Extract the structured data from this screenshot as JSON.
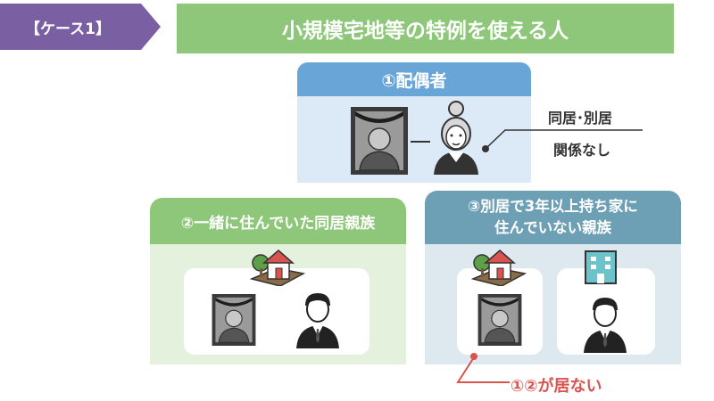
{
  "header": {
    "case_label": "【ケース1】",
    "title": "小規模宅地等の特例を使える人"
  },
  "panels": {
    "spouse": {
      "label": "①配偶者",
      "relation_line1": "同居･別居",
      "relation_line2": "関係なし"
    },
    "cohabiting": {
      "label": "②一緒に住んでいた同居親族"
    },
    "separate": {
      "label_line1": "③別居で3年以上持ち家に",
      "label_line2": "住んでいない親族"
    }
  },
  "note": {
    "text": "①②が居ない"
  },
  "colors": {
    "purple": "#7b5fa3",
    "green": "#8ec77a",
    "blue": "#6aa5d8",
    "teal": "#6d9fb5",
    "red": "#d9534f"
  },
  "icons": [
    "deceased-portrait-icon",
    "elderly-woman-icon",
    "house-icon",
    "businessman-icon",
    "apartment-building-icon"
  ]
}
